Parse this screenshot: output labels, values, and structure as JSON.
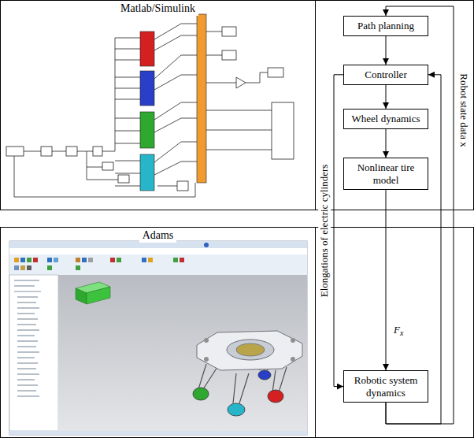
{
  "diagram": {
    "nodes": [
      {
        "text": [
          "Matlab/Simulink"
        ]
      },
      {
        "text": [
          "Adams"
        ]
      },
      {
        "text": [
          "Path planning"
        ]
      },
      {
        "text": [
          "Controller"
        ]
      },
      {
        "text": [
          "Wheel dynamics"
        ]
      },
      {
        "text": [
          "Nonlinear tire model"
        ]
      },
      {
        "text": [
          "Robotic system dynamics"
        ]
      }
    ],
    "edges": [
      {
        "from": 2,
        "to": 3,
        "arrow": "to"
      },
      {
        "from": 3,
        "to": 4,
        "arrow": "to"
      },
      {
        "from": 4,
        "to": 5,
        "arrow": "to"
      },
      {
        "from": 5,
        "to": 6,
        "arrow": "to",
        "label": "Fx"
      },
      {
        "from": 3,
        "to": 6,
        "arrow": "to",
        "label": "Elongations of electric cylinders"
      },
      {
        "from": 6,
        "to": 3,
        "arrow": "to"
      },
      {
        "from": 6,
        "to": 2,
        "arrow": "to",
        "label": "Robot state data x"
      }
    ]
  }
}
